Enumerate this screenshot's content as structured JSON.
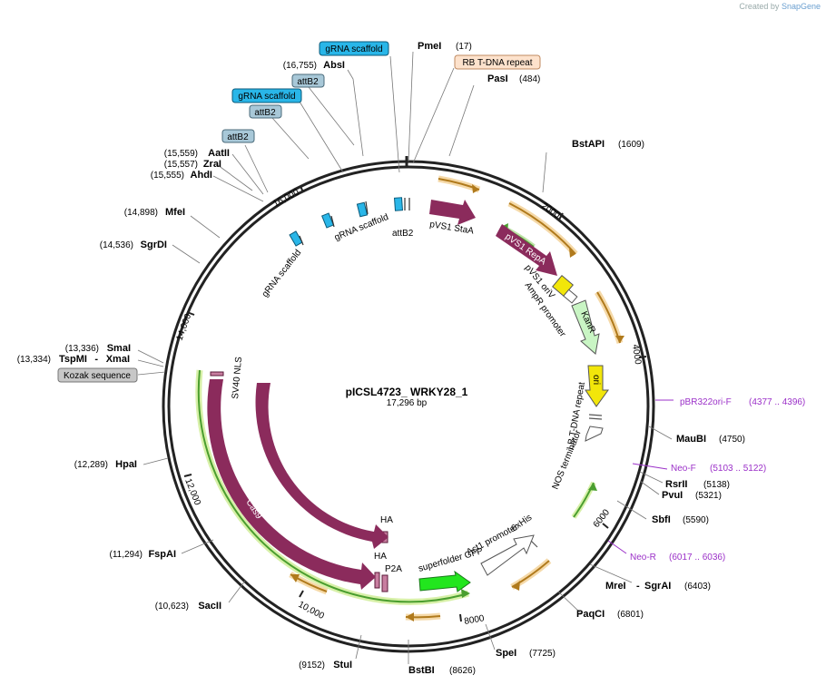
{
  "credit": {
    "prefix": "Created by",
    "brand": "SnapGene"
  },
  "plasmid": {
    "name": "pICSL4723_ WRKY28_1",
    "length": "17,296 bp"
  },
  "ticks": [
    "2000",
    "4000",
    "6000",
    "8000",
    "10,000",
    "12,000",
    "14,000",
    "16,000"
  ],
  "enzymes": {
    "pmei": {
      "name": "PmeI",
      "pos": "(17)"
    },
    "pasi": {
      "name": "PasI",
      "pos": "(484)"
    },
    "bstapi": {
      "name": "BstAPI",
      "pos": "(1609)"
    },
    "absi": {
      "name": "AbsI",
      "pos": "(16,755)"
    },
    "aatii": {
      "name": "AatII",
      "pos": "(15,559)"
    },
    "zrai": {
      "name": "ZraI",
      "pos": "(15,557)"
    },
    "ahdi": {
      "name": "AhdI",
      "pos": "(15,555)"
    },
    "mfei": {
      "name": "MfeI",
      "pos": "(14,898)"
    },
    "sgrdi": {
      "name": "SgrDI",
      "pos": "(14,536)"
    },
    "smai": {
      "name": "SmaI",
      "pos": "(13,336)"
    },
    "tspmi": {
      "name": "TspMI",
      "sep": "-",
      "name2": "XmaI",
      "pos": "(13,334)"
    },
    "hpai": {
      "name": "HpaI",
      "pos": "(12,289)"
    },
    "fspai": {
      "name": "FspAI",
      "pos": "(11,294)"
    },
    "sacii": {
      "name": "SacII",
      "pos": "(10,623)"
    },
    "stui": {
      "name": "StuI",
      "pos": "(9152)"
    },
    "bstbi": {
      "name": "BstBI",
      "pos": "(8626)"
    },
    "spei": {
      "name": "SpeI",
      "pos": "(7725)"
    },
    "paqci": {
      "name": "PaqCI",
      "pos": "(6801)"
    },
    "mrei": {
      "name": "MreI",
      "sep": "-",
      "name2": "SgrAI",
      "pos": "(6403)"
    },
    "sbfi": {
      "name": "SbfI",
      "pos": "(5590)"
    },
    "pvui": {
      "name": "PvuI",
      "pos": "(5321)"
    },
    "rsrii": {
      "name": "RsrII",
      "pos": "(5138)"
    },
    "maubi": {
      "name": "MauBI",
      "pos": "(4750)"
    }
  },
  "primers": {
    "pbr": {
      "name": "pBR322ori-F",
      "pos": "(4377 .. 4396)"
    },
    "neof": {
      "name": "Neo-F",
      "pos": "(5103 .. 5122)"
    },
    "neor": {
      "name": "Neo-R",
      "pos": "(6017 .. 6036)"
    }
  },
  "boxes": {
    "grna1": "gRNA scaffold",
    "grna2": "gRNA scaffold",
    "attb2a": "attB2",
    "attb2b": "attB2",
    "attb2c": "attB2",
    "rb": "RB T-DNA repeat",
    "kozak": "Kozak sequence"
  },
  "features": {
    "grna_a": "gRNA scaffold",
    "grna_b": "gRNA scaffold",
    "attb2": "attB2",
    "pvs1stad": "pVS1 StaA",
    "pvs1repa": "pVS1 RepA",
    "pvs1oriv": "pVS1 oriV",
    "ampr": "AmpR promoter",
    "kanr": "KanR",
    "ori": "ori",
    "lb": "LB T-DNA repeat",
    "nos": "NOS terminator",
    "act1": "Act1 promoter",
    "his": "6xHis",
    "sfgfp": "superfolder GFP",
    "p2a": "P2A",
    "ha1": "HA",
    "ha2": "HA",
    "cas9a": "Cas9",
    "cas9b": "Cas9",
    "sv40": "SV40 NLS"
  },
  "colors": {
    "backbone": "#222222",
    "cds": "#8b2b5c",
    "grna": "#29b6e8",
    "attb": "#a8c8d8",
    "rb_fill": "#fde2cc",
    "ori": "#f2e60a",
    "kanr": "#c9f5c4",
    "gfp": "#22e61e",
    "orf": "#e0a040",
    "orf_green": "#4a9e2f",
    "primer": "#9b30c8",
    "kozak": "#c7c7c7"
  }
}
